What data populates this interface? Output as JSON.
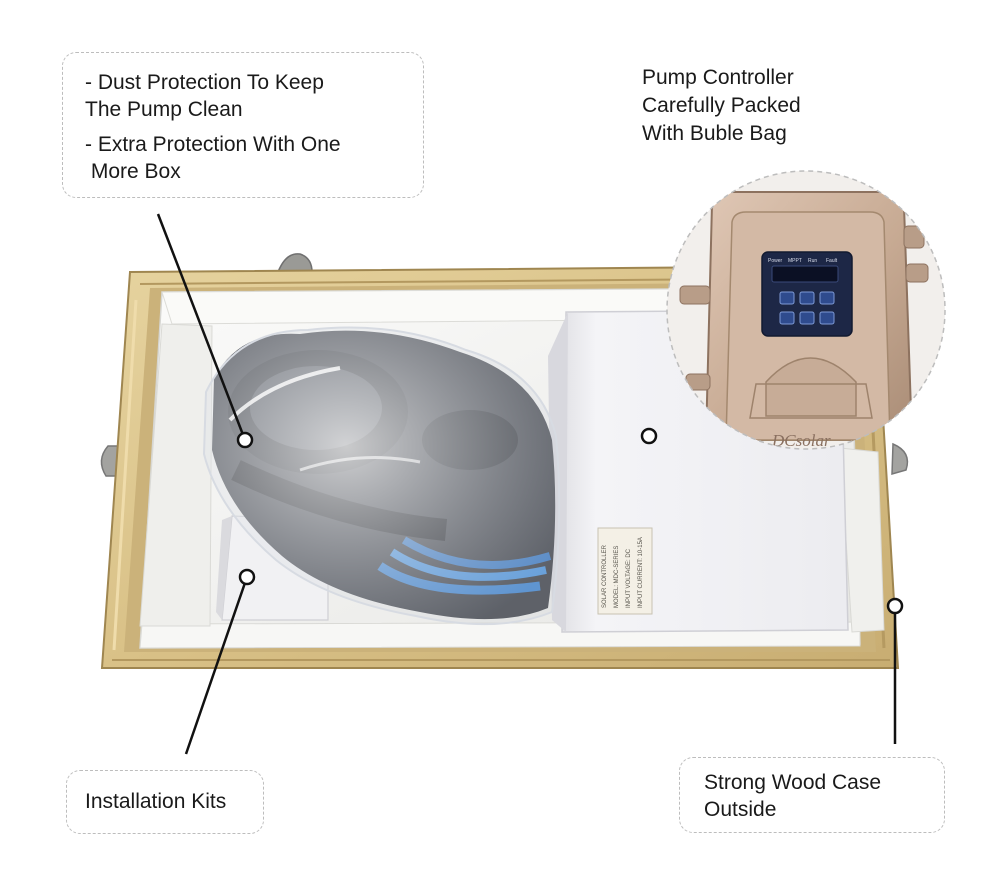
{
  "callouts": {
    "dust_line1": "- Dust Protection To Keep",
    "dust_line2": "The Pump Clean",
    "dust_line3": "- Extra Protection With One",
    "dust_line4": " More Box",
    "controller_line1": "Pump Controller",
    "controller_line2": "Carefully Packed",
    "controller_line3": "With Buble Bag",
    "installation": "Installation Kits",
    "wood_line1": "Strong Wood Case",
    "wood_line2": "Outside"
  },
  "controller": {
    "brand": "DCsolar",
    "display_labels": [
      "Power",
      "MPPT",
      "Run",
      "Fault"
    ]
  },
  "box_label": {
    "lines": [
      "SOLAR CONTROLLER",
      "MODEL: MDC-SERIES",
      "INPUT VOLTAGE: DC",
      "INPUT CURRENT: 10-15A"
    ]
  },
  "colors": {
    "wood": "#dcc58e",
    "foam": "#f3f3f1",
    "controller_body": "#c9ad98",
    "keypad": "#1d2746",
    "cable": "#3c82cf"
  }
}
